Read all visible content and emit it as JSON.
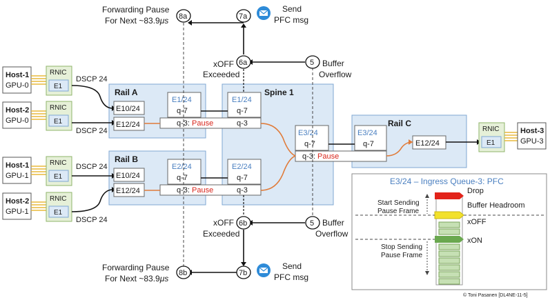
{
  "hosts_left": [
    {
      "name": "Host-1",
      "gpu": "GPU-0",
      "nic": "RNIC",
      "port": "E1",
      "dscp": "DSCP 24"
    },
    {
      "name": "Host-2",
      "gpu": "GPU-0",
      "nic": "RNIC",
      "port": "E1",
      "dscp": "DSCP 24"
    },
    {
      "name": "Host-1",
      "gpu": "GPU-1",
      "nic": "RNIC",
      "port": "E1",
      "dscp": "DSCP 24"
    },
    {
      "name": "Host-2",
      "gpu": "GPU-1",
      "nic": "RNIC",
      "port": "E1",
      "dscp": "DSCP 24"
    }
  ],
  "host_right": {
    "name": "Host-3",
    "gpu": "GPU-3",
    "nic": "RNIC",
    "port": "E1"
  },
  "rail_a": {
    "title": "Rail A",
    "in1": "E10/24",
    "in2": "E12/24",
    "egress": "E1/24",
    "q7": "q-7",
    "q3_prefix": "q-3:",
    "pause": "Pause"
  },
  "rail_b": {
    "title": "Rail B",
    "in1": "E10/24",
    "in2": "E12/24",
    "egress": "E2/24",
    "q7": "q-7",
    "q3_prefix": "q-3:",
    "pause": "Pause"
  },
  "spine": {
    "title": "Spine 1",
    "port_a": "E1/24",
    "port_b": "E2/24",
    "port_c": "E3/24",
    "q7": "q-7",
    "q3": "q-3",
    "q3_prefix": "q-3:",
    "pause": "Pause"
  },
  "rail_c": {
    "title": "Rail C",
    "port_in": "E3/24",
    "port_out": "E12/24",
    "q7": "q-7",
    "q3": "q-3"
  },
  "steps": {
    "s8a": "8a",
    "s7a": "7a",
    "s6a": "6a",
    "s5a": "5",
    "s8b": "8b",
    "s7b": "7b",
    "s6b": "6b",
    "s5b": "5"
  },
  "labels": {
    "fwd_pause_1": "Forwarding Pause",
    "fwd_pause_2_prefix": "For Next ~83.9",
    "fwd_pause_unit": "μs",
    "send": "Send",
    "pfc_msg": "PFC msg",
    "xoff": "xOFF",
    "exceeded": "Exceeded",
    "buffer": "Buffer",
    "overflow": "Overflow"
  },
  "queue_panel": {
    "title": "E3/24 – Ingress Queue-3: PFC",
    "drop": "Drop",
    "buffer_headroom": "Buffer Headroom",
    "xoff": "xOFF",
    "xon": "xON",
    "start_1": "Start Sending",
    "start_2": "Pause Frame",
    "stop_1": "Stop Sending",
    "stop_2": "Pause Frame"
  },
  "copyright": "© Toni Pasanen [DL4NE-11-5]",
  "colors": {
    "rail_fill": "#dce9f6",
    "rail_stroke": "#7fa7d3",
    "nic_fill": "#e6f0d8",
    "nic_stroke": "#8fb46a",
    "orange": "#e07b39",
    "port_blue": "#4a7fc0",
    "pause_red": "#d8261c",
    "drop_red": "#e2231a",
    "xoff_yellow": "#f2e12b",
    "xon_green": "#6aa84f",
    "queue_green": "#c6e0b4",
    "mail_blue": "#2e8bd8"
  }
}
